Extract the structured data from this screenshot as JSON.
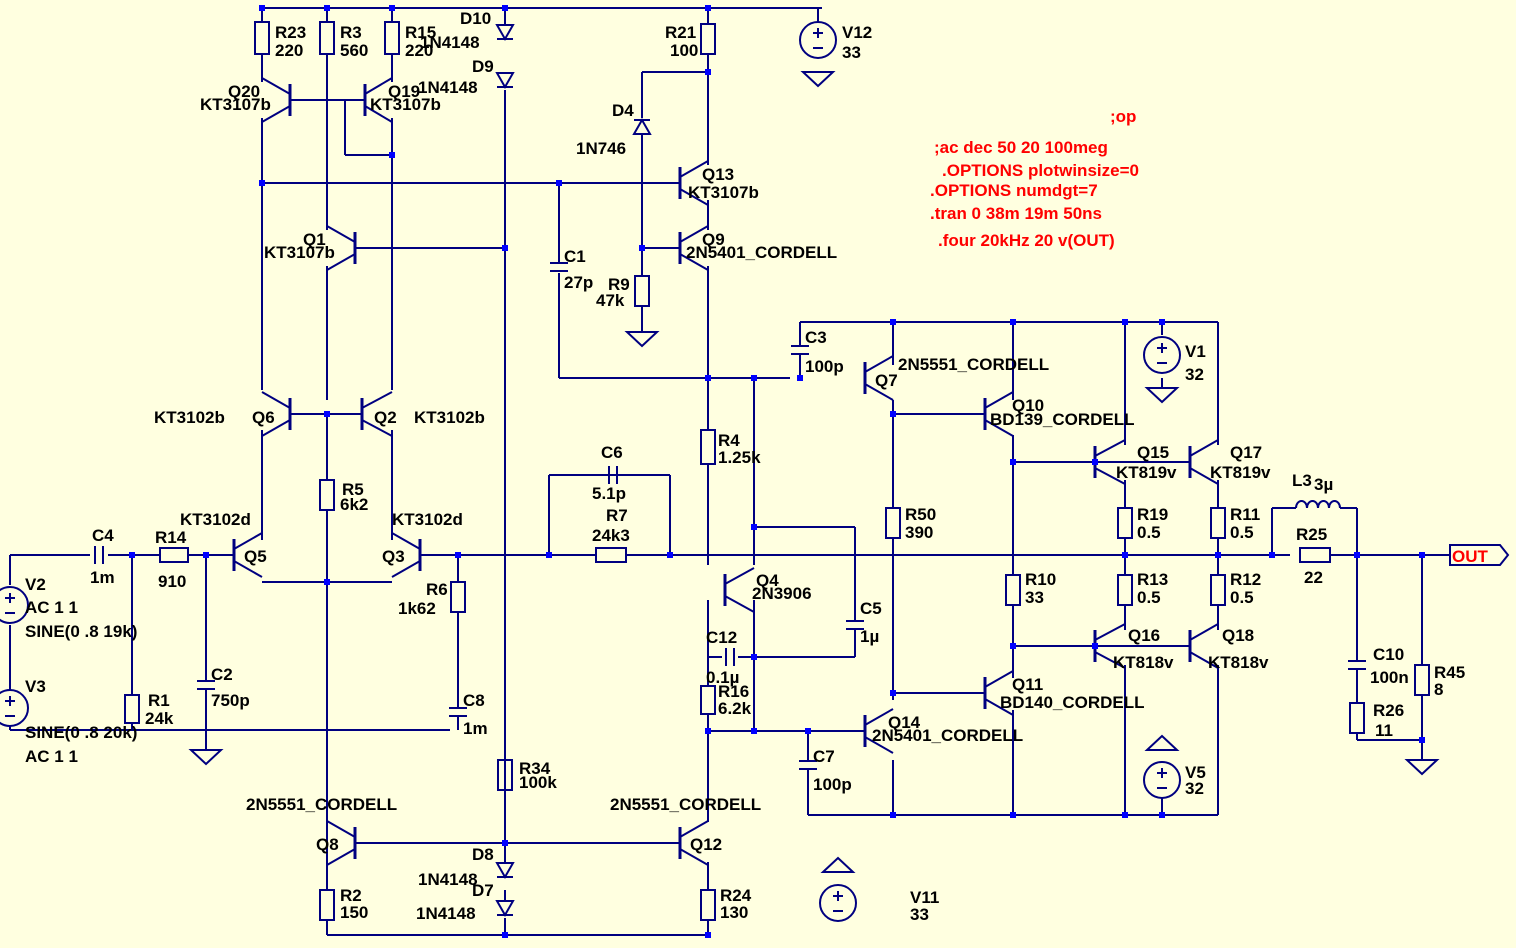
{
  "components": [
    {
      "ref": "R23",
      "value": "220"
    },
    {
      "ref": "R3",
      "value": "560"
    },
    {
      "ref": "R15",
      "value": "220"
    },
    {
      "ref": "D10",
      "value": "1N4148"
    },
    {
      "ref": "D9",
      "value": "1N4148"
    },
    {
      "ref": "R21",
      "value": "100"
    },
    {
      "ref": "Q20",
      "value": "KT3107b"
    },
    {
      "ref": "Q19",
      "value": "KT3107b"
    },
    {
      "ref": "D4",
      "value": "1N746"
    },
    {
      "ref": "Q13",
      "value": "KT3107b"
    },
    {
      "ref": "Q1",
      "value": "KT3107b"
    },
    {
      "ref": "Q9",
      "value": "2N5401_CORDELL"
    },
    {
      "ref": "C1",
      "value": "27p"
    },
    {
      "ref": "R9",
      "value": "47k"
    },
    {
      "ref": "C3",
      "value": "100p"
    },
    {
      "ref": "Q7",
      "value": "2N5551_CORDELL"
    },
    {
      "ref": "V1",
      "value": "32"
    },
    {
      "ref": "Q6",
      "value": "KT3102b"
    },
    {
      "ref": "Q2",
      "value": "KT3102b"
    },
    {
      "ref": "Q10",
      "value": "BD139_CORDELL"
    },
    {
      "ref": "R4",
      "value": "1.25k"
    },
    {
      "ref": "Q15",
      "value": "KT819v"
    },
    {
      "ref": "Q17",
      "value": "KT819v"
    },
    {
      "ref": "C6",
      "value": "5.1p"
    },
    {
      "ref": "R5",
      "value": "6k2"
    },
    {
      "ref": "R7",
      "value": "24k3"
    },
    {
      "ref": "L3",
      "value": "3µ"
    },
    {
      "ref": "R50",
      "value": "390"
    },
    {
      "ref": "R19",
      "value": "0.5"
    },
    {
      "ref": "R11",
      "value": "0.5"
    },
    {
      "ref": "Q5",
      "value": "KT3102d"
    },
    {
      "ref": "Q3",
      "value": "KT3102d"
    },
    {
      "ref": "C4",
      "value": "1m"
    },
    {
      "ref": "R14",
      "value": "910"
    },
    {
      "ref": "R25",
      "value": "22"
    },
    {
      "ref": "R6",
      "value": "1k62"
    },
    {
      "ref": "Q4",
      "value": "2N3906"
    },
    {
      "ref": "R10",
      "value": "33"
    },
    {
      "ref": "R13",
      "value": "0.5"
    },
    {
      "ref": "R12",
      "value": "0.5"
    },
    {
      "ref": "C5",
      "value": "1µ"
    },
    {
      "ref": "C12",
      "value": "0.1µ"
    },
    {
      "ref": "Q16",
      "value": "KT818v"
    },
    {
      "ref": "Q18",
      "value": "KT818v"
    },
    {
      "ref": "C2",
      "value": "750p"
    },
    {
      "ref": "R16",
      "value": "6.2k"
    },
    {
      "ref": "C10",
      "value": "100n"
    },
    {
      "ref": "R45",
      "value": "8"
    },
    {
      "ref": "R1",
      "value": "24k"
    },
    {
      "ref": "Q11",
      "value": "BD140_CORDELL"
    },
    {
      "ref": "C8",
      "value": "1m"
    },
    {
      "ref": "Q14",
      "value": "2N5401_CORDELL"
    },
    {
      "ref": "R26",
      "value": "11"
    },
    {
      "ref": "C7",
      "value": "100p"
    },
    {
      "ref": "V5",
      "value": "32"
    },
    {
      "ref": "R34",
      "value": "100k"
    },
    {
      "ref": "Q8",
      "value": "2N5551_CORDELL"
    },
    {
      "ref": "Q12",
      "value": "2N5551_CORDELL"
    },
    {
      "ref": "D8",
      "value": "1N4148"
    },
    {
      "ref": "D7",
      "value": "1N4148"
    },
    {
      "ref": "R2",
      "value": "150"
    },
    {
      "ref": "R24",
      "value": "130"
    },
    {
      "ref": "V11",
      "value": "33"
    },
    {
      "ref": "V12",
      "value": "33"
    }
  ],
  "sources": {
    "V2": {
      "ref": "V2",
      "line1": "AC 1 1",
      "line2": "SINE(0 .8 19k)"
    },
    "V3": {
      "ref": "V3",
      "line1": "SINE(0 .8 20k)",
      "line2": "AC 1 1"
    }
  },
  "net_label": "OUT",
  "directives": [
    ";op",
    ";ac dec 50 20 100meg",
    ".OPTIONS plotwinsize=0",
    ".OPTIONS numdgt=7",
    ".tran 0  38m 19m 50ns",
    ".four 20kHz 20 v(OUT)"
  ],
  "colors": {
    "background": "#ffffe0",
    "wire": "#000080",
    "text": "#000000",
    "directive": "#ff0000"
  }
}
